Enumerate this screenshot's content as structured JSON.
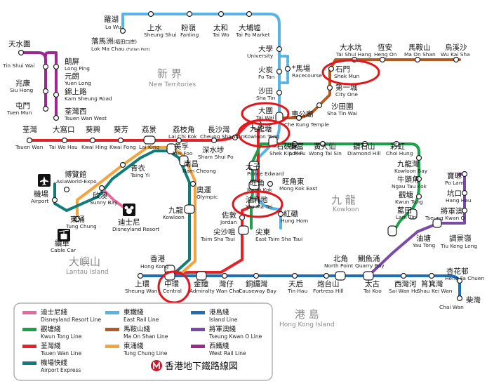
{
  "regions": {
    "new_territories": {
      "zh": "新 界",
      "en": "New Territories"
    },
    "kowloon": {
      "zh": "九 龍",
      "en": "Kowloon"
    },
    "lantau": {
      "zh": "大嶼山",
      "en": "Lantau Island"
    },
    "hong_kong_island": {
      "zh": "港 島",
      "en": "Hong Kong Island"
    }
  },
  "stations": {
    "lo_wu": {
      "zh": "羅湖",
      "en": "Lo Wu"
    },
    "sheung_shui": {
      "zh": "上水",
      "en": "Sheung Shui"
    },
    "fanling": {
      "zh": "粉嶺",
      "en": "Fanling"
    },
    "tai_wo": {
      "zh": "太和",
      "en": "Tai Wo"
    },
    "tai_po_market": {
      "zh": "大埔墟",
      "en": "Tai Po Market"
    },
    "lok_ma_chau": {
      "zh": "落馬洲",
      "zh_small": "(福田口岸)",
      "en": "Lok Ma Chau",
      "en_small": "(Futian Port)"
    },
    "university": {
      "zh": "大學",
      "en": "University"
    },
    "fo_tan": {
      "zh": "火炭",
      "en": "Fo Tan"
    },
    "racecourse": {
      "zh": "*馬場",
      "en": "Racecourse"
    },
    "sha_tin": {
      "zh": "沙田",
      "en": "Sha Tin"
    },
    "tai_wai": {
      "zh": "大圍",
      "en": "Tai Wai"
    },
    "che_kung_temple": {
      "zh": "車公廟",
      "en": "Che Kung Temple"
    },
    "sha_tin_wai": {
      "zh": "沙田圍",
      "en": "Sha Tin Wai"
    },
    "city_one": {
      "zh": "第一城",
      "en": "City One"
    },
    "shek_mun": {
      "zh": "石門",
      "en": "Shek Mun"
    },
    "tai_shui_hang": {
      "zh": "大水坑",
      "en": "Tai Shui Hang"
    },
    "heng_on": {
      "zh": "恆安",
      "en": "Heng On"
    },
    "ma_on_shan": {
      "zh": "馬鞍山",
      "en": "Ma On Shan"
    },
    "wu_kai_sha": {
      "zh": "烏溪沙",
      "en": "Wu Kai Sha"
    },
    "tin_shui_wai": {
      "zh": "天水圍",
      "en": "Tin Shui Wai"
    },
    "long_ping": {
      "zh": "朗屏",
      "en": "Long Ping"
    },
    "siu_hong": {
      "zh": "兆康",
      "en": "Siu Hong"
    },
    "yuen_long": {
      "zh": "元朗",
      "en": "Yuen Long"
    },
    "kam_sheung_road": {
      "zh": "錦上路",
      "en": "Kam Sheung Road"
    },
    "tuen_mun": {
      "zh": "屯門",
      "en": "Tuen Mun"
    },
    "tsuen_wan_west": {
      "zh": "荃灣西",
      "en": "Tsuen Wan West"
    },
    "tsuen_wan": {
      "zh": "荃灣",
      "en": "Tsuen Wan"
    },
    "tai_wo_hau": {
      "zh": "大窩口",
      "en": "Tai Wo Hau"
    },
    "kwai_hing": {
      "zh": "葵興",
      "en": "Kwai Hing"
    },
    "kwai_fong": {
      "zh": "葵芳",
      "en": "Kwai Fong"
    },
    "lai_king": {
      "zh": "荔景",
      "en": "Lai King"
    },
    "lai_chi_kok": {
      "zh": "荔枝角",
      "en": "Lai Chi Kok"
    },
    "cheung_sha_wan": {
      "zh": "長沙灣",
      "en": "Cheung Sha Wan"
    },
    "mei_foo": {
      "zh": "美孚",
      "en": "Mei Foo"
    },
    "nam_cheong": {
      "zh": "南昌",
      "en": "Nam Cheong"
    },
    "sham_shui_po": {
      "zh": "深水埗",
      "en": "Sham Shui Po"
    },
    "kowloon_tong": {
      "zh": "九龍塘",
      "en": "Kowloon Tong"
    },
    "shek_kip_mei": {
      "zh": "石硤尾",
      "en": "Shek Kip Mei"
    },
    "lok_fu": {
      "zh": "樂富",
      "en": "Lok Fu"
    },
    "wong_tai_sin": {
      "zh": "黃大仙",
      "en": "Wong Tai Sin"
    },
    "diamond_hill": {
      "zh": "鑽石山",
      "en": "Diamond Hill"
    },
    "choi_hung": {
      "zh": "彩虹",
      "en": "Choi Hung"
    },
    "kowloon_bay": {
      "zh": "九龍灣",
      "en": "Kowloon Bay"
    },
    "ngau_tau_kok": {
      "zh": "牛頭角",
      "en": "Ngau Tau Kok"
    },
    "kwun_tong": {
      "zh": "觀塘",
      "en": "Kwun Tong"
    },
    "lam_tin": {
      "zh": "藍田",
      "en": "Lam Tin"
    },
    "yau_tong": {
      "zh": "油塘",
      "en": "Yau Tong"
    },
    "po_lam": {
      "zh": "寶琳",
      "en": "Po Lam"
    },
    "hang_hau": {
      "zh": "坑口",
      "en": "Hang Hau"
    },
    "tseung_kwan_o": {
      "zh": "將軍澳",
      "en": "Tseung Kwan O"
    },
    "tiu_keng_leng": {
      "zh": "調景嶺",
      "en": "Tiu Keng Leng"
    },
    "prince_edward": {
      "zh": "太子",
      "en": "Prince Edward"
    },
    "mong_kok": {
      "zh": "旺角",
      "en": "Mong Kok"
    },
    "mong_kok_east": {
      "zh": "旺角東",
      "en": "Mong Kok East"
    },
    "yau_ma_tei": {
      "zh": "油麻地",
      "en": "Yau Ma Tei"
    },
    "jordan": {
      "zh": "佐敦",
      "en": "Jordan"
    },
    "tsim_sha_tsui": {
      "zh": "尖沙咀",
      "en": "Tsim Sha Tsui"
    },
    "east_tsim_sha_tsui": {
      "zh": "尖東",
      "en": "East Tsim Sha Tsui"
    },
    "hung_hom": {
      "zh": "紅磡",
      "en": "Hung Hom"
    },
    "tsing_yi": {
      "zh": "青衣",
      "en": "Tsing Yi"
    },
    "olympic": {
      "zh": "奧運",
      "en": "Olympic"
    },
    "kowloon": {
      "zh": "九龍",
      "en": "Kowloon"
    },
    "asiaworld_expo": {
      "zh": "博覽館",
      "en": "AsiaWorld-Expo"
    },
    "airport": {
      "zh": "機場",
      "en": "Airport"
    },
    "sunny_bay": {
      "zh": "欣澳",
      "en": "Sunny Bay"
    },
    "tung_chung": {
      "zh": "東涌",
      "en": "Tung Chung"
    },
    "disneyland_resort": {
      "zh": "迪士尼",
      "en": "Disneyland Resort"
    },
    "cable_car": {
      "zh": "纜車",
      "en": "Cable Car"
    },
    "hong_kong": {
      "zh": "香港",
      "en": "Hong Kong"
    },
    "sheung_wan": {
      "zh": "上環",
      "en": "Sheung Wan"
    },
    "central": {
      "zh": "中環",
      "en": "Central"
    },
    "admiralty": {
      "zh": "金鐘",
      "en": "Admiralty"
    },
    "wan_chai": {
      "zh": "灣仔",
      "en": "Wan Chai"
    },
    "causeway_bay": {
      "zh": "銅鑼灣",
      "en": "Causeway Bay"
    },
    "tin_hau": {
      "zh": "天后",
      "en": "Tin Hau"
    },
    "fortress_hill": {
      "zh": "炮台山",
      "en": "Fortress Hill"
    },
    "north_point": {
      "zh": "北角",
      "en": "North Point"
    },
    "quarry_bay": {
      "zh": "鰂魚涌",
      "en": "Quarry Bay"
    },
    "tai_koo": {
      "zh": "太古",
      "en": "Tai Koo"
    },
    "sai_wan_ho": {
      "zh": "西灣河",
      "en": "Sai Wan Ho"
    },
    "shau_kei_wan": {
      "zh": "筲箕灣",
      "en": "Shau Kei Wan"
    },
    "heng_fa_chuen": {
      "zh": "杏花邨",
      "en": "Heng Fa Chuen"
    },
    "chai_wan": {
      "zh": "柴灣",
      "en": "Chai Wan"
    }
  },
  "legend": {
    "items": [
      {
        "zh": "迪士尼綫",
        "en": "Disneyland Resort Line",
        "color": "#e8689d"
      },
      {
        "zh": "東鐵綫",
        "en": "East Rail Line",
        "color": "#58b4e4"
      },
      {
        "zh": "港島綫",
        "en": "Island Line",
        "color": "#1f6fb8"
      },
      {
        "zh": "觀塘綫",
        "en": "Kwun Tong Line",
        "color": "#1aa14a"
      },
      {
        "zh": "馬鞍山綫",
        "en": "Ma On Shan Line",
        "color": "#b35a20"
      },
      {
        "zh": "將軍澳綫",
        "en": "Tseung Kwan O Line",
        "color": "#7b4aa6"
      },
      {
        "zh": "荃灣綫",
        "en": "Tsuen Wan Line",
        "color": "#e2242a"
      },
      {
        "zh": "東涌綫",
        "en": "Tung Chung Line",
        "color": "#f5a33c"
      },
      {
        "zh": "西鐵綫",
        "en": "West Rail Line",
        "color": "#9b2a8f"
      },
      {
        "zh": "機場快綫",
        "en": "Airport Express",
        "color": "#0f7c7a"
      }
    ],
    "title_zh": "香港地下鐵路線図"
  },
  "colors": {
    "east_rail": "#58b4e4",
    "ma_on_shan": "#b35a20",
    "west_rail": "#9b2a8f",
    "tsuen_wan": "#e2242a",
    "kwun_tong": "#1aa14a",
    "tseung_kwan_o": "#7b4aa6",
    "island": "#1f6fb8",
    "tung_chung": "#f5a33c",
    "airport_express": "#0f7c7a",
    "disneyland": "#e8689d",
    "highlight": "#e1161d"
  }
}
